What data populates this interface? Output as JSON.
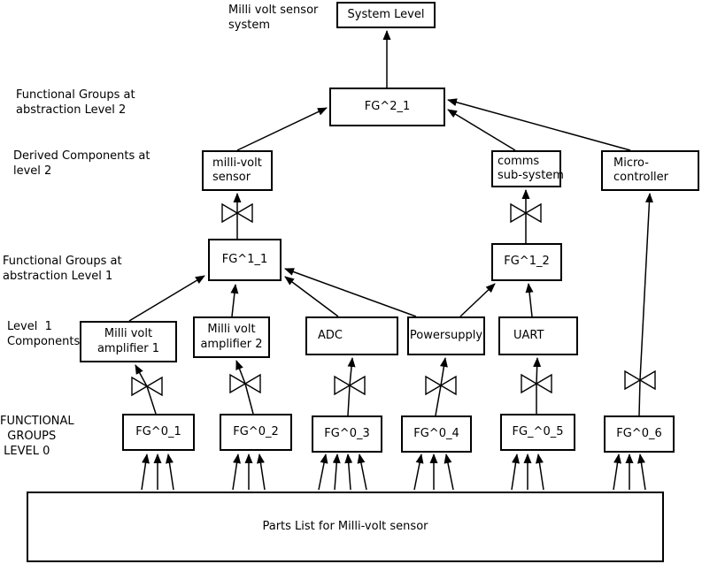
{
  "diagram": {
    "caption": "Milli volt sensor\nsystem",
    "row_labels": {
      "level2_groups": "Functional Groups at\nabstraction Level 2",
      "level2_derived": "Derived Components at\nlevel 2",
      "level1_groups": "Functional Groups at\nabstraction Level 1",
      "level1_components": "Level  1\nComponents",
      "level0_groups": "FUNCTIONAL\n  GROUPS\n LEVEL 0"
    },
    "nodes": {
      "system_level": "System Level",
      "fg_2_1": "FG^2_1",
      "milli_volt_sensor": "milli-volt\nsensor",
      "comms_subsystem": "comms\nsub-system",
      "micro_controller": "Micro-\ncontroller",
      "fg_1_1": "FG^1_1",
      "fg_1_2": "FG^1_2",
      "amplifier_1": "Milli volt\namplifier 1",
      "amplifier_2": "Milli volt\namplifier 2",
      "adc": "ADC",
      "powersupply": "Powersupply",
      "uart": "UART",
      "fg_0_1": "FG^0_1",
      "fg_0_2": "FG^0_2",
      "fg_0_3": "FG^0_3",
      "fg_0_4": "FG^0_4",
      "fg_0_5": "FG_^0_5",
      "fg_0_6": "FG^0_6",
      "parts_list": "Parts List for Milli-volt sensor"
    },
    "edges": [
      {
        "from": "FG^2_1",
        "to": "System Level"
      },
      {
        "from": "milli-volt sensor",
        "to": "FG^2_1"
      },
      {
        "from": "comms sub-system",
        "to": "FG^2_1"
      },
      {
        "from": "Micro-controller",
        "to": "FG^2_1"
      },
      {
        "from": "FG^1_1",
        "to": "milli-volt sensor",
        "via_bowtie": true
      },
      {
        "from": "FG^1_2",
        "to": "comms sub-system",
        "via_bowtie": true
      },
      {
        "from": "Milli volt amplifier 1",
        "to": "FG^1_1"
      },
      {
        "from": "Milli volt amplifier 2",
        "to": "FG^1_1"
      },
      {
        "from": "ADC",
        "to": "FG^1_1"
      },
      {
        "from": "Powersupply",
        "to": "FG^1_1"
      },
      {
        "from": "Powersupply",
        "to": "FG^1_2"
      },
      {
        "from": "UART",
        "to": "FG^1_2"
      },
      {
        "from": "FG^0_1",
        "to": "Milli volt amplifier 1",
        "via_bowtie": true
      },
      {
        "from": "FG^0_2",
        "to": "Milli volt amplifier 2",
        "via_bowtie": true
      },
      {
        "from": "FG^0_3",
        "to": "ADC",
        "via_bowtie": true
      },
      {
        "from": "FG^0_4",
        "to": "Powersupply",
        "via_bowtie": true
      },
      {
        "from": "FG_^0_5",
        "to": "UART",
        "via_bowtie": true
      },
      {
        "from": "FG^0_6",
        "to": "Micro-controller",
        "via_bowtie": true
      },
      {
        "from": "Parts List",
        "to": "FG^0_1",
        "arrows": 3
      },
      {
        "from": "Parts List",
        "to": "FG^0_2",
        "arrows": 3
      },
      {
        "from": "Parts List",
        "to": "FG^0_3",
        "arrows": 4
      },
      {
        "from": "Parts List",
        "to": "FG^0_4",
        "arrows": 3
      },
      {
        "from": "Parts List",
        "to": "FG_^0_5",
        "arrows": 3
      },
      {
        "from": "Parts List",
        "to": "FG^0_6",
        "arrows": 3
      }
    ],
    "colors": {
      "line": "#000000",
      "box_border": "#000000",
      "background": "#ffffff"
    }
  }
}
